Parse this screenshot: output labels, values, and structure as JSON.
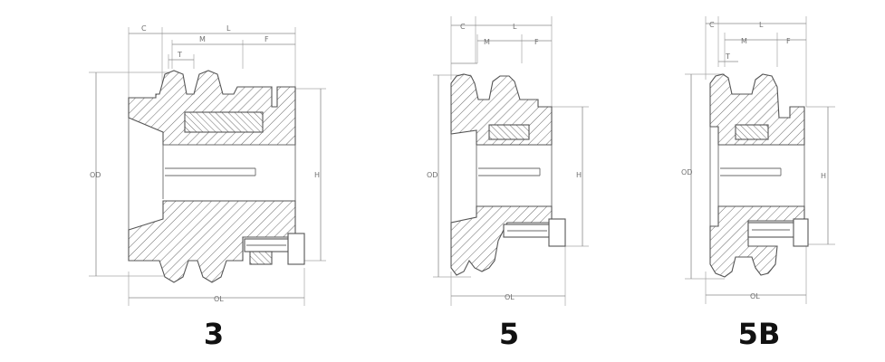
{
  "colors": {
    "line": "#555555",
    "dim": "#8a8a8a",
    "caption": "#111111"
  },
  "figures": [
    {
      "caption": "3",
      "dims": {
        "c": "C",
        "l": "L",
        "m": "M",
        "f": "F",
        "t": "T",
        "od": "OD",
        "h": "H",
        "ol": "OL"
      }
    },
    {
      "caption": "5",
      "dims": {
        "c": "C",
        "l": "L",
        "m": "M",
        "f": "F",
        "od": "OD",
        "h": "H",
        "ol": "OL"
      }
    },
    {
      "caption": "5B",
      "dims": {
        "c": "C",
        "l": "L",
        "m": "M",
        "f": "F",
        "t": "T",
        "od": "OD",
        "h": "H",
        "ol": "OL"
      }
    }
  ]
}
